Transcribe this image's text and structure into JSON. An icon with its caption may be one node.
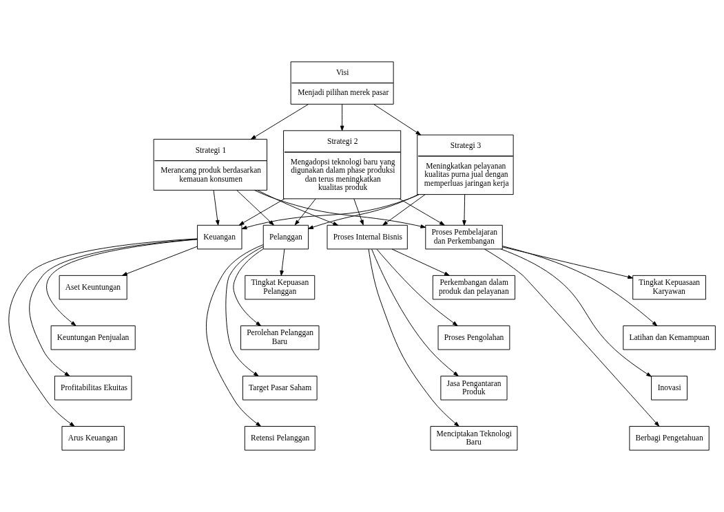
{
  "diagram": {
    "nodes": [
      {
        "text": [
          "Visi",
          "Menjadi pilihan merek pasar"
        ]
      },
      {
        "text": [
          "Strategi 1",
          "Merancang produk berdasarkan kemauan konsumen"
        ]
      },
      {
        "text": [
          "Strategi 2",
          "Mengadopsi teknologi baru yang digunakan dalam phase produksi dan terus meningkatkan kualitas produk"
        ]
      },
      {
        "text": [
          "Strategi 3",
          "Meningkatkan pelayanan kualitas purna jual dengan memperluas jaringan kerja"
        ]
      },
      {
        "text": [
          "Keuangan"
        ]
      },
      {
        "text": [
          "Pelanggan"
        ]
      },
      {
        "text": [
          "Proses Internal Bisnis"
        ]
      },
      {
        "text": [
          "Proses Pembelajaran dan Perkembangan"
        ]
      },
      {
        "text": [
          "Aset Keuntungan"
        ]
      },
      {
        "text": [
          "Keuntungan Penjualan"
        ]
      },
      {
        "text": [
          "Profitabilitas Ekuitas"
        ]
      },
      {
        "text": [
          "Arus Keuangan"
        ]
      },
      {
        "text": [
          "Tingkat Kepuasan Pelanggan"
        ]
      },
      {
        "text": [
          "Perolehan Pelanggan Baru"
        ]
      },
      {
        "text": [
          "Target Pasar Saham"
        ]
      },
      {
        "text": [
          "Retensi Pelanggan"
        ]
      },
      {
        "text": [
          "Perkembangan dalam produk dan pelayanan"
        ]
      },
      {
        "text": [
          "Proses Pengolahan"
        ]
      },
      {
        "text": [
          "Jasa Pengantaran Produk"
        ]
      },
      {
        "text": [
          "Menciptakan Teknologi Baru"
        ]
      },
      {
        "text": [
          "Tingkat Kepuasaan Karyawan"
        ]
      },
      {
        "text": [
          "Latihan dan Kemampuan"
        ]
      },
      {
        "text": [
          "Inovasi"
        ]
      },
      {
        "text": [
          "Berbagi Pengetahuan"
        ]
      }
    ],
    "edges": [
      {
        "from": 0,
        "to": 1,
        "arrow": "to"
      },
      {
        "from": 0,
        "to": 2,
        "arrow": "to"
      },
      {
        "from": 0,
        "to": 3,
        "arrow": "to"
      },
      {
        "from": 1,
        "to": 4,
        "arrow": "to"
      },
      {
        "from": 1,
        "to": 5,
        "arrow": "to"
      },
      {
        "from": 1,
        "to": 6,
        "arrow": "to"
      },
      {
        "from": 1,
        "to": 7,
        "arrow": "to"
      },
      {
        "from": 2,
        "to": 4,
        "arrow": "to"
      },
      {
        "from": 2,
        "to": 5,
        "arrow": "to"
      },
      {
        "from": 2,
        "to": 6,
        "arrow": "to"
      },
      {
        "from": 2,
        "to": 7,
        "arrow": "to"
      },
      {
        "from": 3,
        "to": 4,
        "arrow": "to"
      },
      {
        "from": 3,
        "to": 5,
        "arrow": "to"
      },
      {
        "from": 3,
        "to": 6,
        "arrow": "to"
      },
      {
        "from": 3,
        "to": 7,
        "arrow": "to"
      },
      {
        "from": 4,
        "to": 8,
        "arrow": "to"
      },
      {
        "from": 4,
        "to": 9,
        "arrow": "to"
      },
      {
        "from": 4,
        "to": 10,
        "arrow": "to"
      },
      {
        "from": 4,
        "to": 11,
        "arrow": "to"
      },
      {
        "from": 5,
        "to": 12,
        "arrow": "to"
      },
      {
        "from": 5,
        "to": 13,
        "arrow": "to"
      },
      {
        "from": 5,
        "to": 14,
        "arrow": "to"
      },
      {
        "from": 5,
        "to": 15,
        "arrow": "to"
      },
      {
        "from": 6,
        "to": 16,
        "arrow": "to"
      },
      {
        "from": 6,
        "to": 17,
        "arrow": "to"
      },
      {
        "from": 6,
        "to": 18,
        "arrow": "to"
      },
      {
        "from": 6,
        "to": 19,
        "arrow": "to"
      },
      {
        "from": 7,
        "to": 20,
        "arrow": "to"
      },
      {
        "from": 7,
        "to": 21,
        "arrow": "to"
      },
      {
        "from": 7,
        "to": 22,
        "arrow": "to"
      },
      {
        "from": 7,
        "to": 23,
        "arrow": "to"
      }
    ]
  }
}
